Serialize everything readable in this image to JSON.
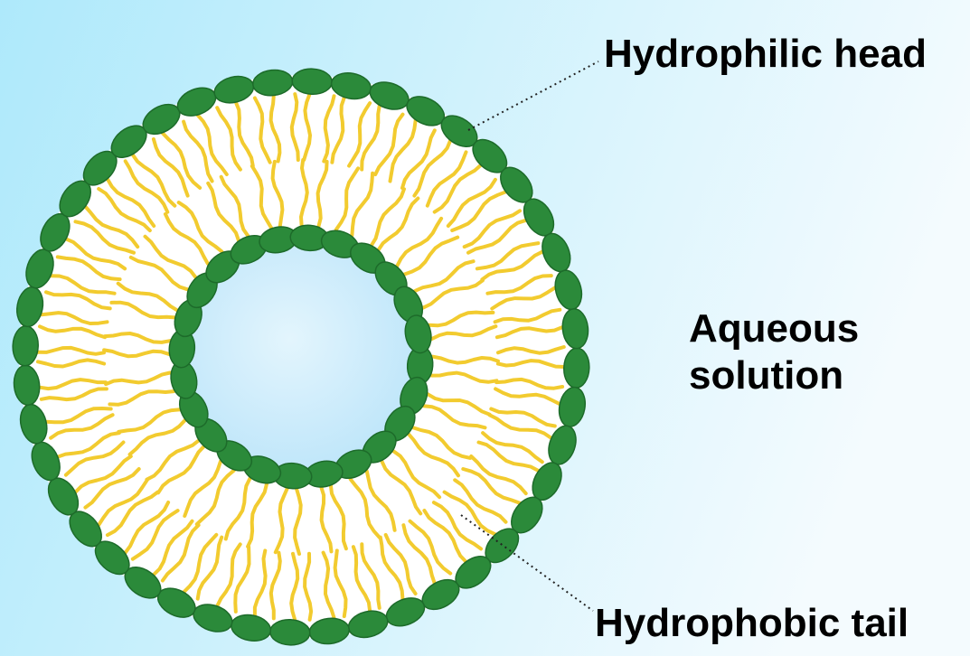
{
  "labels": {
    "hydrophilic_head": "Hydrophilic head",
    "hydrophobic_tail": "Hydrophobic tail",
    "aqueous_line1": "Aqueous",
    "aqueous_line2": "solution"
  },
  "colors": {
    "background_left": "#aee9fb",
    "background_right": "#f4fbfe",
    "inner_core": "#bfe6fa",
    "head_fill": "#2b8a3a",
    "head_stroke": "#1d6b2a",
    "tail": "#f2cb2f",
    "leader_line": "#222222"
  },
  "structure": {
    "outer_heads": 44,
    "inner_heads": 24
  }
}
